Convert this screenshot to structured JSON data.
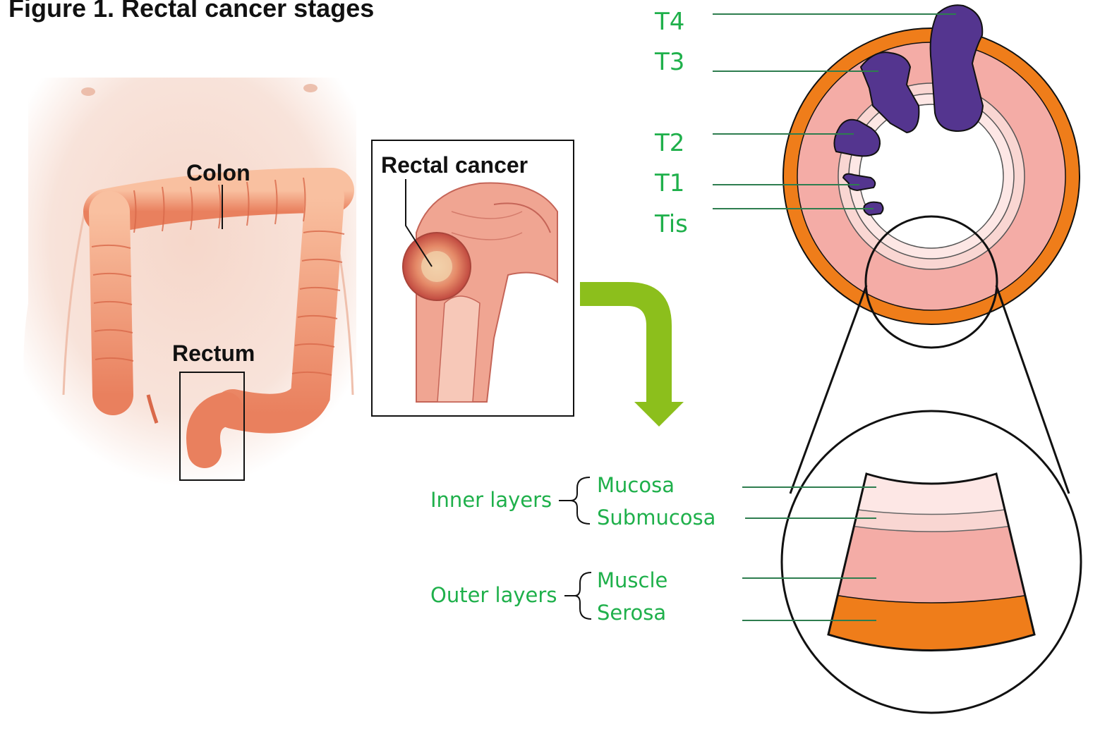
{
  "title": "Figure 1. Rectal cancer stages",
  "anatomy": {
    "colon_label": "Colon",
    "rectum_label": "Rectum",
    "inset_label": "Rectal cancer"
  },
  "stages": [
    "T4",
    "T3",
    "T2",
    "T1",
    "Tis"
  ],
  "layer_groups": [
    {
      "label": "Inner layers",
      "layers": [
        "Mucosa",
        "Submucosa"
      ]
    },
    {
      "label": "Outer layers",
      "layers": [
        "Muscle",
        "Serosa"
      ]
    }
  ],
  "colors": {
    "label_green": "#1fb04b",
    "leader_green": "#2e7d4f",
    "arrow_green": "#8cbf1c",
    "tumor_purple": "#54358f",
    "serosa_orange": "#ef7d1a",
    "muscle_pink": "#f4aca6",
    "submucosa_pink": "#f9d6d2",
    "mucosa_pink": "#fde7e5",
    "tissue_peach": "#f7c2a8",
    "colon_orange": "#ee9670"
  },
  "icons": [
    "colon-illustration",
    "rectal-tumor-illustration",
    "down-right-arrow-icon",
    "rectum-cross-section",
    "magnifier-circle"
  ]
}
